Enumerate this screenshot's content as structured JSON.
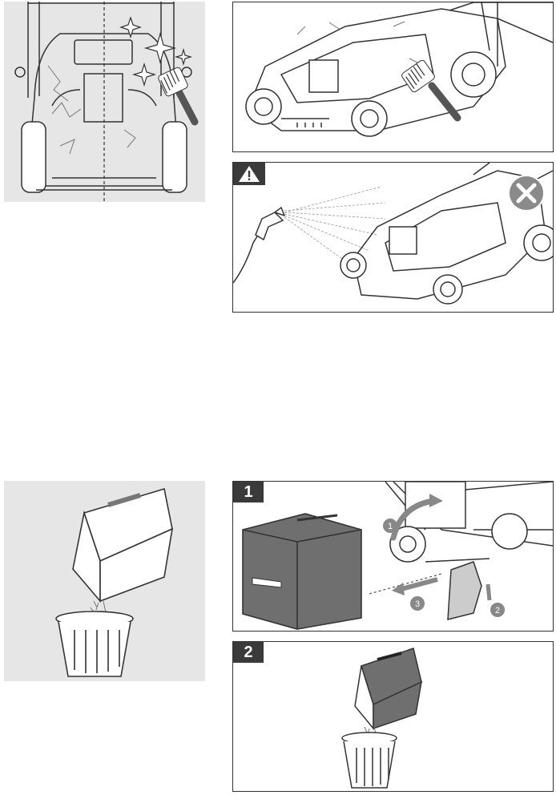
{
  "figures": {
    "remove_box": {
      "step_label": "1",
      "callouts": [
        "1",
        "2",
        "3"
      ]
    },
    "empty_box": {
      "step_label": "2"
    }
  },
  "icons": {
    "warning": "warning-triangle-icon",
    "prohibited": "prohibited-x-icon",
    "brush": "brush-icon",
    "garden_hose": "garden-hose-icon",
    "trash_bin": "trash-bin-icon"
  },
  "colors": {
    "panel_gray": "#e6e6e6",
    "badge_dark": "#3a3a3a",
    "line_art": "#333333",
    "prohibited_gray": "#8a8a8a"
  }
}
